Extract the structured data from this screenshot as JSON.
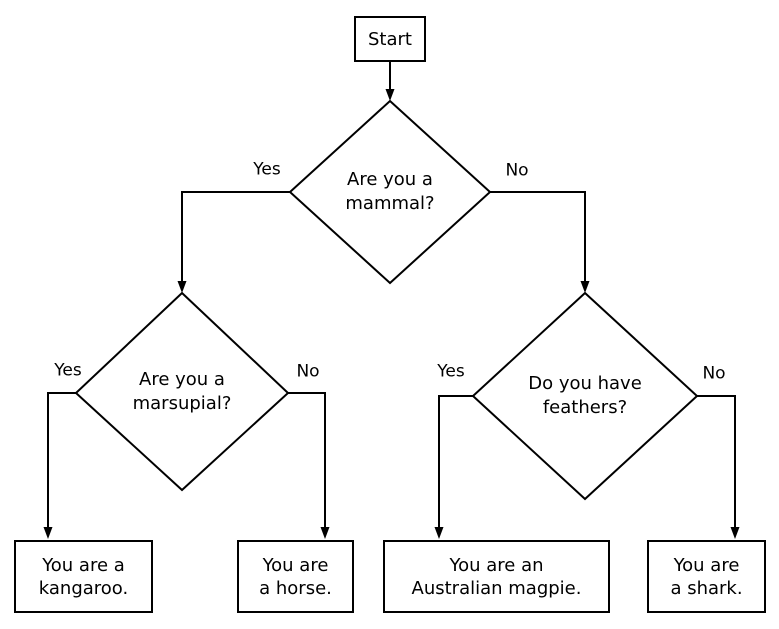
{
  "colors": {
    "stroke": "#000000",
    "background": "#ffffff",
    "text": "#000000"
  },
  "flowchart": {
    "start": {
      "label": "Start"
    },
    "decisions": [
      {
        "id": "mammal",
        "question": "Are you a\nmammal?",
        "yes": "Yes",
        "no": "No"
      },
      {
        "id": "marsupial",
        "question": "Are you a\nmarsupial?",
        "yes": "Yes",
        "no": "No"
      },
      {
        "id": "feathers",
        "question": "Do you have\nfeathers?",
        "yes": "Yes",
        "no": "No"
      }
    ],
    "results": [
      {
        "id": "kangaroo",
        "text": "You are a\nkangaroo."
      },
      {
        "id": "horse",
        "text": "You are\na horse."
      },
      {
        "id": "magpie",
        "text": "You are an\nAustralian magpie."
      },
      {
        "id": "shark",
        "text": "You are\na shark."
      }
    ]
  }
}
